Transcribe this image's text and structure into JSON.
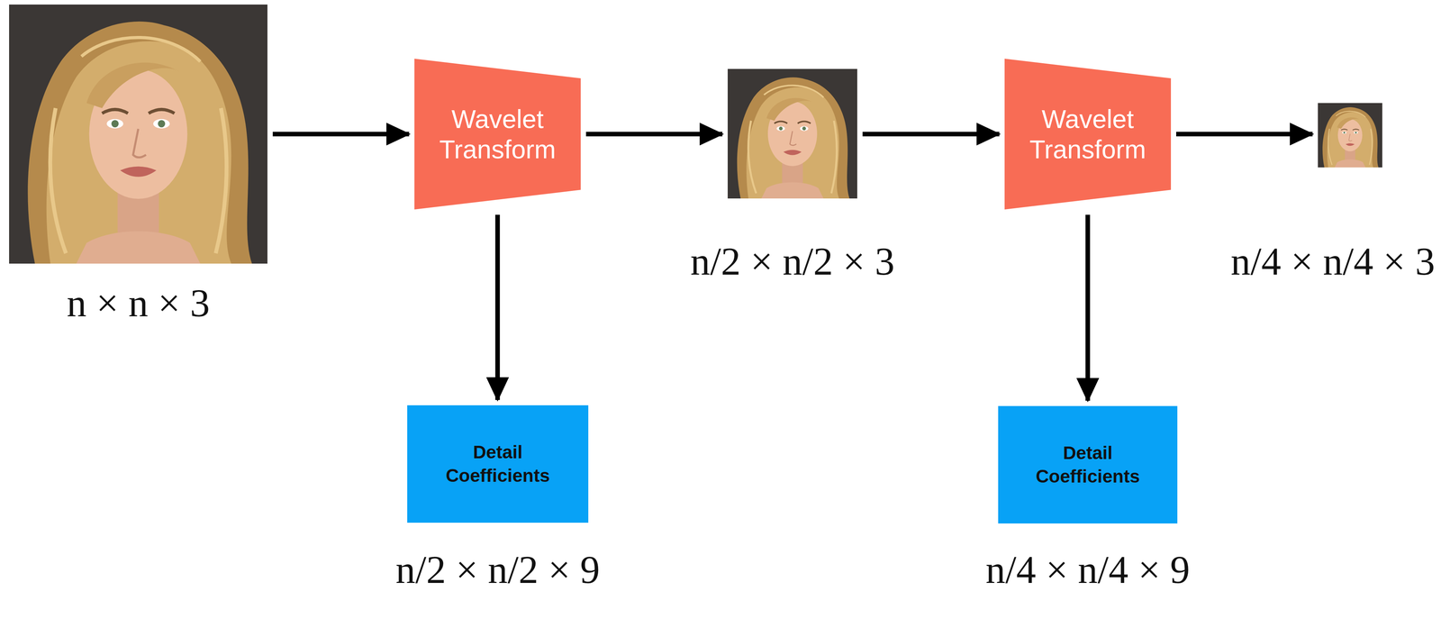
{
  "diagram": {
    "nodes": [
      {
        "text": [
          "n × n × 3"
        ]
      },
      {
        "text": [
          "Wavelet Transform"
        ]
      },
      {
        "text": [
          "n/2 × n/2 × 3"
        ]
      },
      {
        "text": [
          "Wavelet Transform"
        ]
      },
      {
        "text": [
          "n/4 × n/4 × 3"
        ]
      },
      {
        "text": [
          "Detail Coefficients",
          "n/2 × n/2 × 9"
        ]
      },
      {
        "text": [
          "Detail Coefficients",
          "n/4 × n/4 × 9"
        ]
      }
    ],
    "edges": [
      {
        "from": 0,
        "to": 1,
        "arrow": "to"
      },
      {
        "from": 1,
        "to": 2,
        "arrow": "to"
      },
      {
        "from": 2,
        "to": 3,
        "arrow": "to"
      },
      {
        "from": 3,
        "to": 4,
        "arrow": "to"
      },
      {
        "from": 1,
        "to": 5,
        "arrow": "to"
      },
      {
        "from": 3,
        "to": 6,
        "arrow": "to"
      }
    ]
  }
}
